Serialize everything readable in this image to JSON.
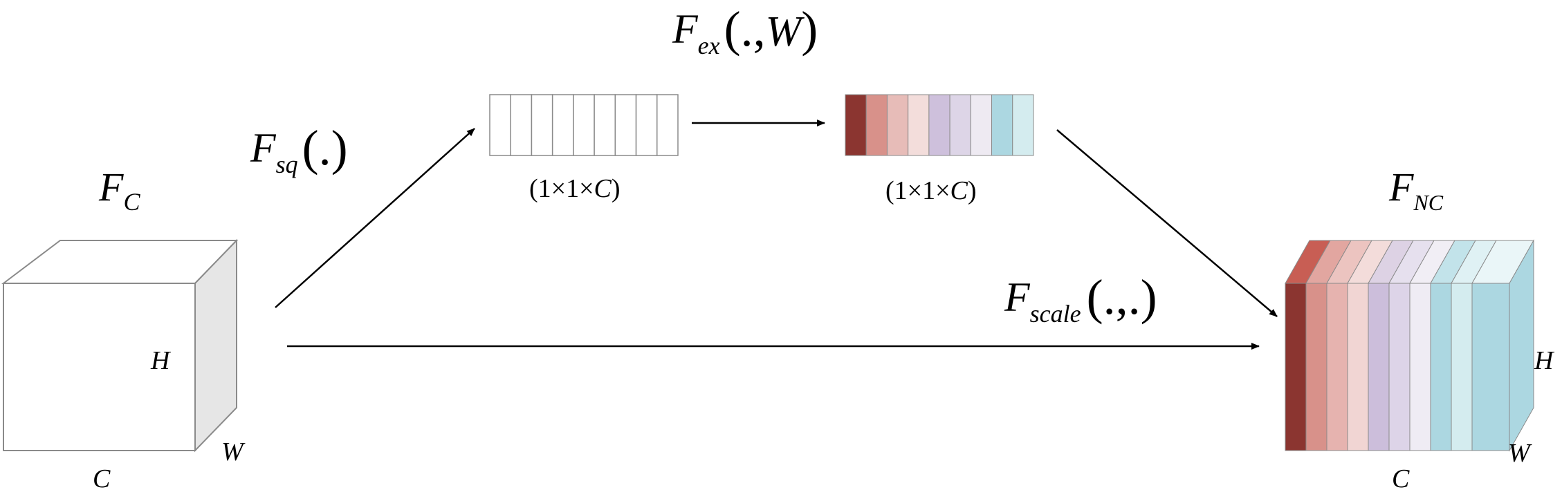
{
  "labels": {
    "input_main": "F",
    "input_sub": "C",
    "input_h": "H",
    "input_w": "W",
    "input_c": "C",
    "squeeze_main": "F",
    "squeeze_sub": "sq",
    "squeeze_arg": "(.)",
    "excite_main": "F",
    "excite_sub": "ex",
    "excite_arg_open": "(.,",
    "excite_arg_w": "W",
    "excite_arg_close": ")",
    "scale_main": "F",
    "scale_sub": "scale",
    "scale_arg": "(.,.)",
    "vector1_open": "(1×1×",
    "vector1_c": "C",
    "vector1_close": ")",
    "vector2_open": "(1×1×",
    "vector2_c": "C",
    "vector2_close": ")",
    "output_main": "F",
    "output_sub": "NC",
    "output_h": "H",
    "output_w": "W",
    "output_c": "C"
  },
  "colors": {
    "outline": "#8a8a8a",
    "cube_side": "#e6e6e6",
    "channel_weights": [
      "#8b3530",
      "#d8918a",
      "#e7bcb8",
      "#f3dddb",
      "#cec0dc",
      "#ddd5e7",
      "#eeeaf2",
      "#acd7e1",
      "#d4ecef"
    ],
    "output_slices": [
      "#8b3530",
      "#d8918a",
      "#e6b3af",
      "#f1d5d3",
      "#ccbedb",
      "#ddd4e8",
      "#efecf4",
      "#acd7e1",
      "#d4ecef",
      "#acd7e1"
    ],
    "output_top": [
      "#c85e54",
      "#e2a6a0",
      "#ecc4c0",
      "#f3dcda",
      "#ddd2e4",
      "#e6e0ee",
      "#f1eef5",
      "#c2e3ea",
      "#dff1f4",
      "#eaf6f8"
    ]
  }
}
